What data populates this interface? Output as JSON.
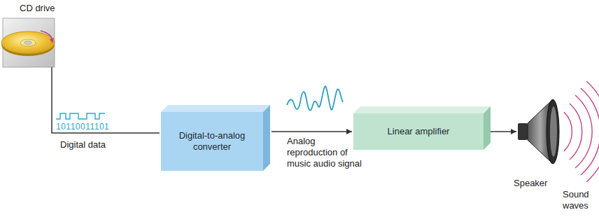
{
  "diagram": {
    "nodes": [
      {
        "text": [
          "Digital-to-analog converter"
        ]
      },
      {
        "text": [
          "Linear amplifier"
        ]
      }
    ],
    "edges": [
      {
        "from": 0,
        "to": 1,
        "arrow": "to",
        "label": "Analog reproduction of music audio signal"
      }
    ],
    "labels": [
      "CD drive",
      "10110011101",
      "Digital data",
      "Speaker",
      "Sound waves"
    ]
  }
}
